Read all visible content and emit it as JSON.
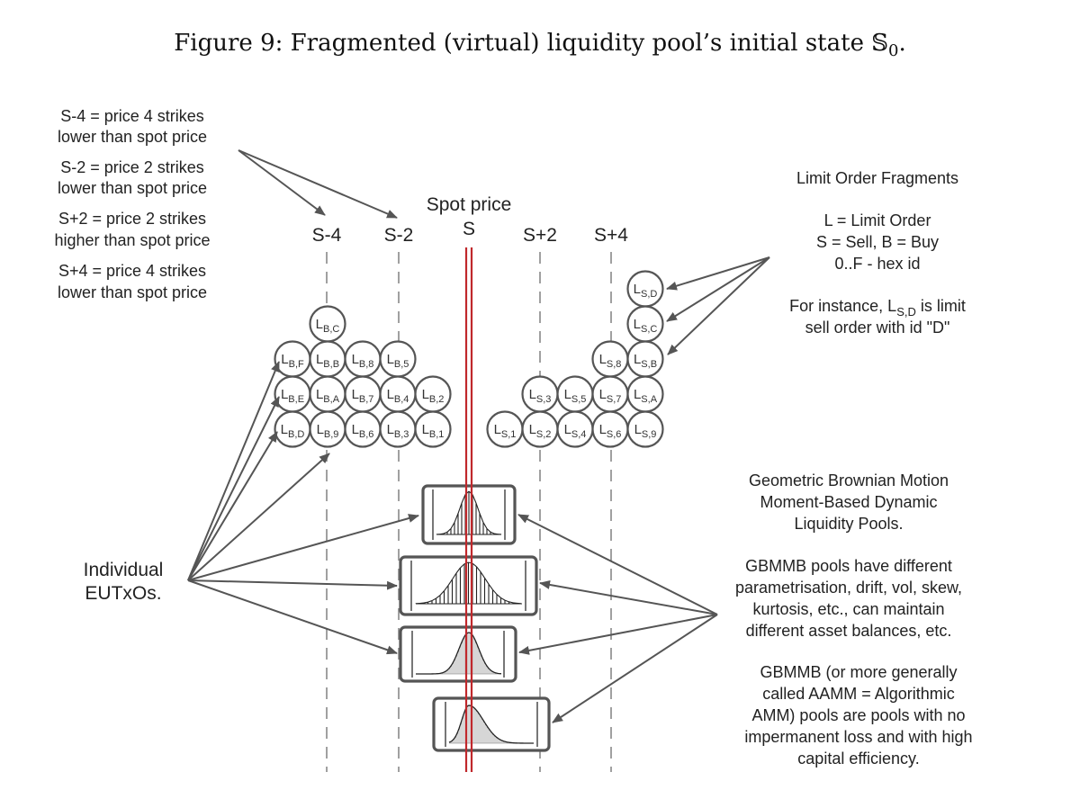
{
  "caption": {
    "prefix": "Figure 9: Fragmented (virtual) liquidity pool’s initial state ",
    "symbol": "𝕊",
    "subscript": "0",
    "suffix": "."
  },
  "legend_left": [
    {
      "line1": "S-4 = price 4 strikes",
      "line2": "lower than spot price"
    },
    {
      "line1": "S-2 = price 2 strikes",
      "line2": "lower than spot price"
    },
    {
      "line1": "S+2 = price 2 strikes",
      "line2": "higher than spot price"
    },
    {
      "line1": "S+4 = price 4 strikes",
      "line2": "lower than spot price"
    }
  ],
  "strikes": {
    "s_minus_4": "S-4",
    "s_minus_2": "S-2",
    "spot_line1": "Spot price",
    "spot_line2": "S",
    "s_plus_2": "S+2",
    "s_plus_4": "S+4"
  },
  "legend_right": {
    "title": "Limit Order Fragments",
    "l_def": "L = Limit Order",
    "s_def": "S = Sell, B = Buy",
    "id_def": "0..F - hex id",
    "instance_pre": "For instance, L",
    "instance_sub": "S,D",
    "instance_post": " is limit",
    "instance_line2": "sell order with id \"D\""
  },
  "buy_orders": [
    {
      "id": "B,C",
      "row": 0,
      "col": 1
    },
    {
      "id": "B,F",
      "row": 1,
      "col": 0
    },
    {
      "id": "B,B",
      "row": 1,
      "col": 1
    },
    {
      "id": "B,8",
      "row": 1,
      "col": 2
    },
    {
      "id": "B,5",
      "row": 1,
      "col": 3
    },
    {
      "id": "B,E",
      "row": 2,
      "col": 0
    },
    {
      "id": "B,A",
      "row": 2,
      "col": 1
    },
    {
      "id": "B,7",
      "row": 2,
      "col": 2
    },
    {
      "id": "B,4",
      "row": 2,
      "col": 3
    },
    {
      "id": "B,2",
      "row": 2,
      "col": 4
    },
    {
      "id": "B,D",
      "row": 3,
      "col": 0
    },
    {
      "id": "B,9",
      "row": 3,
      "col": 1
    },
    {
      "id": "B,6",
      "row": 3,
      "col": 2
    },
    {
      "id": "B,3",
      "row": 3,
      "col": 3
    },
    {
      "id": "B,1",
      "row": 3,
      "col": 4
    }
  ],
  "sell_orders": [
    {
      "id": "S,D",
      "row": -1,
      "col": 4
    },
    {
      "id": "S,C",
      "row": 0,
      "col": 4
    },
    {
      "id": "S,8",
      "row": 1,
      "col": 3
    },
    {
      "id": "S,B",
      "row": 1,
      "col": 4
    },
    {
      "id": "S,3",
      "row": 2,
      "col": 1
    },
    {
      "id": "S,5",
      "row": 2,
      "col": 2
    },
    {
      "id": "S,7",
      "row": 2,
      "col": 3
    },
    {
      "id": "S,A",
      "row": 2,
      "col": 4
    },
    {
      "id": "S,1",
      "row": 3,
      "col": 0
    },
    {
      "id": "S,2",
      "row": 3,
      "col": 1
    },
    {
      "id": "S,4",
      "row": 3,
      "col": 2
    },
    {
      "id": "S,6",
      "row": 3,
      "col": 3
    },
    {
      "id": "S,9",
      "row": 3,
      "col": 4
    }
  ],
  "eutxo_label": {
    "line1": "Individual",
    "line2": "EUTxOs."
  },
  "gbm_text": [
    "Geometric Brownian Motion",
    "Moment-Based Dynamic",
    "Liquidity Pools."
  ],
  "gbmmb_text": [
    "GBMMB pools have different",
    "parametrisation, drift, vol, skew,",
    "kurtosis, etc., can maintain",
    "different asset balances, etc."
  ],
  "aamm_text": [
    "GBMMB (or more generally",
    "called AAMM = Algorithmic",
    "AMM) pools are pools with no",
    "impermanent loss and with high",
    "capital efficiency."
  ],
  "pools": [
    {
      "name": "pool-1",
      "style": "bars-sparse"
    },
    {
      "name": "pool-2",
      "style": "bars-dense"
    },
    {
      "name": "pool-3",
      "style": "curve-wide"
    },
    {
      "name": "pool-4",
      "style": "curve-skew"
    }
  ]
}
